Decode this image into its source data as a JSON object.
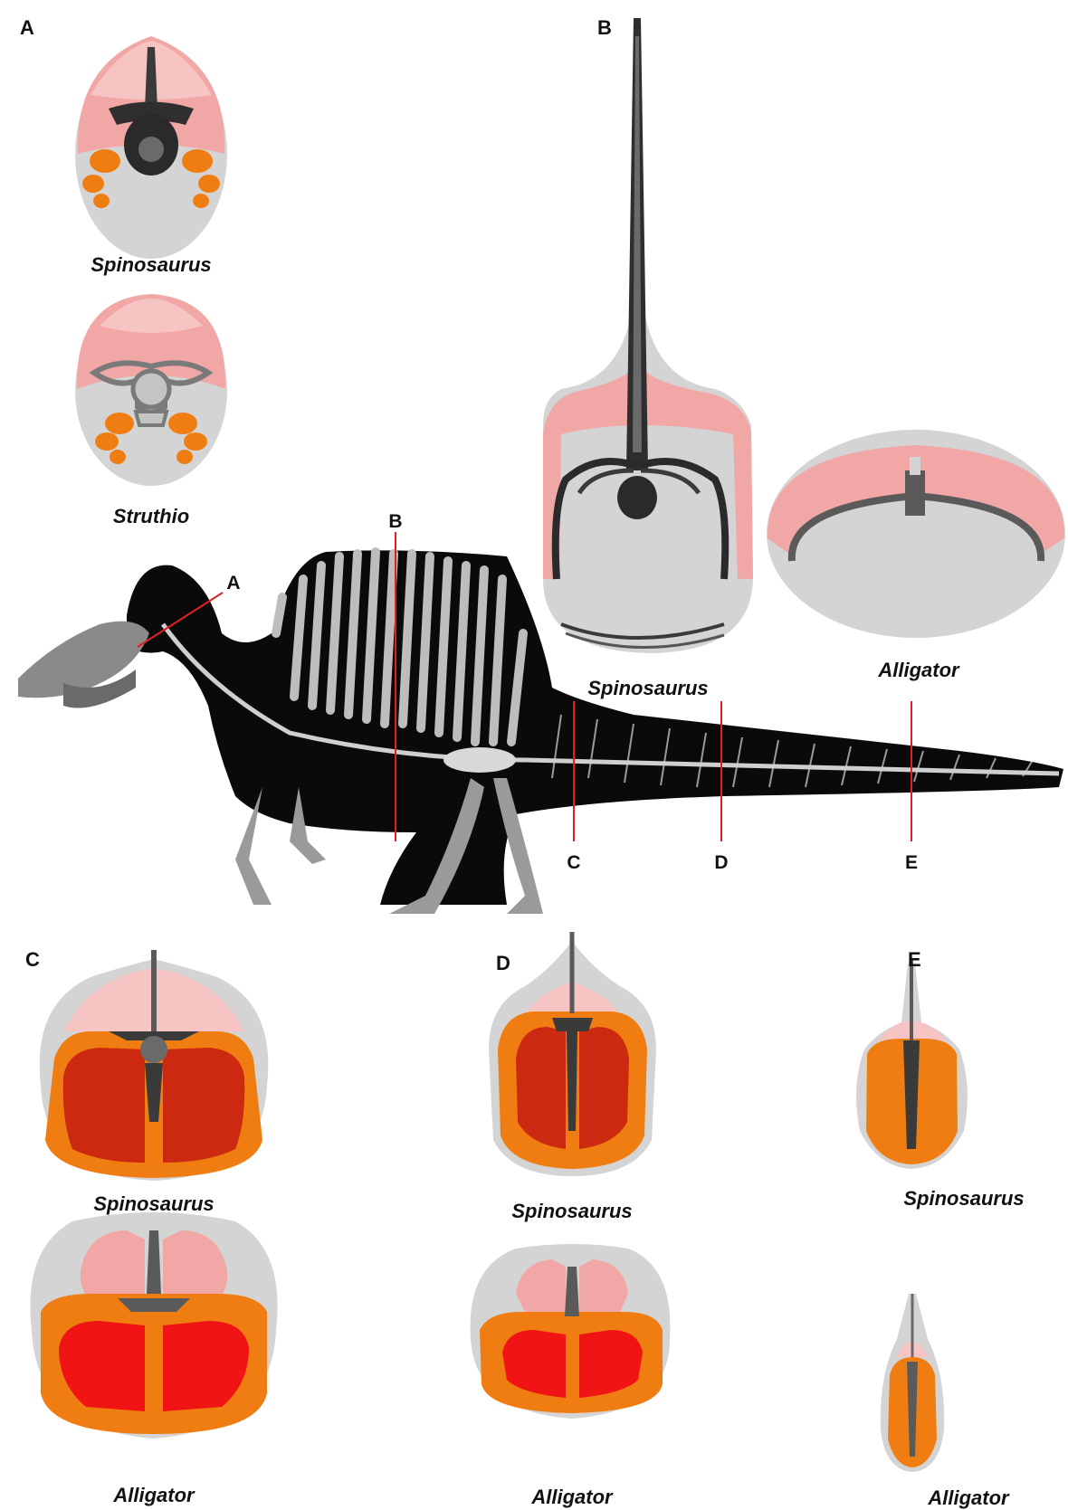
{
  "panels": {
    "A": {
      "letter": "A",
      "top_label": "Spinosaurus",
      "bottom_label": "Struthio"
    },
    "B": {
      "letter": "B",
      "left_label": "Spinosaurus",
      "right_label": "Alligator"
    },
    "C": {
      "letter": "C",
      "top_label": "Spinosaurus",
      "bottom_label": "Alligator"
    },
    "D": {
      "letter": "D",
      "top_label": "Spinosaurus",
      "bottom_label": "Alligator"
    },
    "E": {
      "letter": "E",
      "top_label": "Spinosaurus",
      "bottom_label": "Alligator"
    }
  },
  "section_lines": {
    "A": "A",
    "B": "B",
    "C": "C",
    "D": "D",
    "E": "E"
  },
  "colors": {
    "body_outline": "#d3d3d3",
    "epaxial_light": "#f7c4c4",
    "epaxial": "#f2a7a7",
    "hypaxial_orange": "#ef7d12",
    "hypaxial_red_spinosaurus": "#cc2a10",
    "hypaxial_red_alligator": "#f01414",
    "bone": "#5a5a5a",
    "skeleton_silhouette": "#0a0a0a",
    "cut_line": "#e02020"
  }
}
